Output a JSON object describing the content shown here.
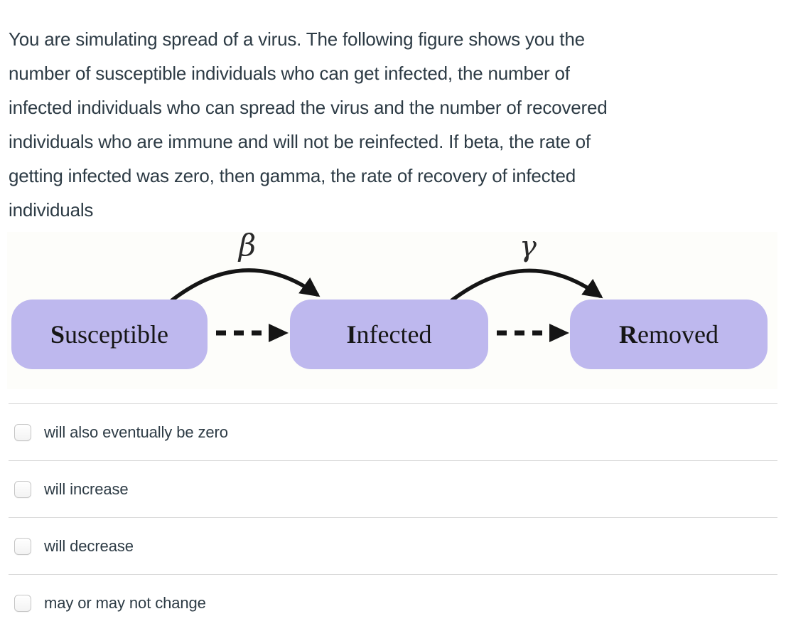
{
  "question": {
    "lines": [
      "You are simulating spread of a virus. The following figure shows you the",
      "number of susceptible individuals who can get infected, the number of",
      "infected individuals who can spread the virus and the number of recovered",
      "individuals who are immune and will not be reinfected. If beta, the rate of",
      "getting infected was zero, then gamma, the rate of recovery of infected",
      "individuals"
    ],
    "text_color": "#2d3b45"
  },
  "figure": {
    "background": "#fdfdfa",
    "node_fill": "#beb8ee",
    "arrow_color": "#151515",
    "nodes": [
      {
        "label": "Susceptible"
      },
      {
        "label": "Infected"
      },
      {
        "label": "Removed"
      }
    ],
    "rates": [
      {
        "symbol": "β"
      },
      {
        "symbol": "γ"
      }
    ]
  },
  "options": [
    {
      "label": "will also eventually be zero",
      "checked": false
    },
    {
      "label": "will increase",
      "checked": false
    },
    {
      "label": "will decrease",
      "checked": false
    },
    {
      "label": "may or may not change",
      "checked": false
    }
  ],
  "colors": {
    "divider": "#d9d9d9",
    "checkbox_border": "#c6c6c6",
    "page_background": "#ffffff"
  }
}
